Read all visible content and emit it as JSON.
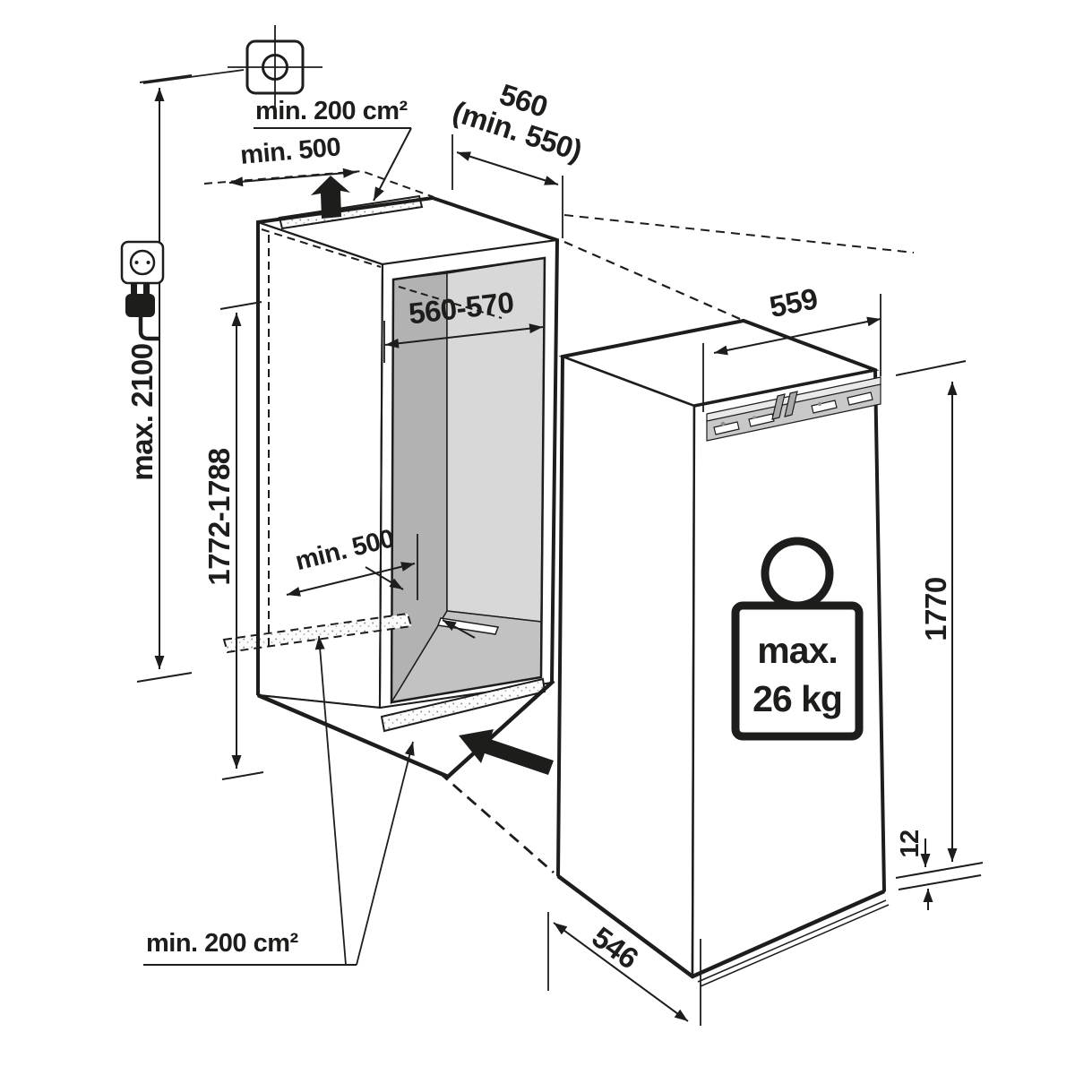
{
  "diagram": {
    "kind": "appliance-installation-drawing",
    "labels": {
      "vent_area_top": "min. 200 cm²",
      "clearance_above": "min. 500",
      "niche_depth": "560",
      "niche_depth_min": "(min. 550)",
      "max_height": "max. 2100",
      "niche_width": "560-570",
      "niche_height": "1772-1788",
      "clearance_inner": "min. 500",
      "vent_area_bottom": "min. 200 cm²",
      "appliance_depth_top": "559",
      "appliance_height": "1770",
      "plinth_gap": "12",
      "appliance_depth_bottom": "546",
      "door_weight_line1": "max.",
      "door_weight_line2": "26 kg"
    },
    "icons": {
      "position_marker": "crosshair-target",
      "power_socket": "socket-outlet",
      "power_plug": "mains-plug",
      "airflow_top": "up-arrow",
      "airflow_bottom": "diagonal-intake-arrow",
      "weight_limit": "weight-kettlebell"
    },
    "colors": {
      "line": "#1d1d1b",
      "background": "#ffffff",
      "niche_left_wall": "#b2b2b2",
      "niche_back_wall": "#d8d8d8",
      "niche_floor": "#c2c2c2",
      "bracket": "#c8c8c8"
    }
  }
}
